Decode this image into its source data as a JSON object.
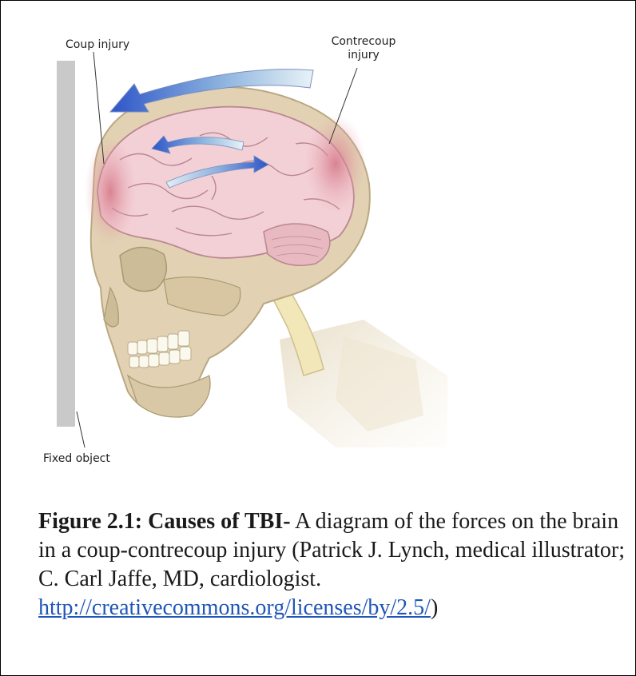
{
  "labels": {
    "coup": "Coup injury",
    "contrecoup_line1": "Contrecoup",
    "contrecoup_line2": "injury",
    "fixed": "Fixed object"
  },
  "caption": {
    "title": "Figure 2.1: Causes of TBI-",
    "text": " A diagram of the forces on the brain in a coup-contrecoup injury (Patrick J. Lynch, medical illustrator; C. Carl Jaffe, MD, cardiologist. ",
    "link": "http://creativecommons.org/licenses/by/2.5/",
    "tail": ")"
  },
  "colors": {
    "skull": "#e2d2b3",
    "brain": "#f3d0d6",
    "injury": "#d98a98",
    "arrow": "#3d63c9",
    "wall": "#c9c9c9",
    "link": "#1f56b8"
  }
}
